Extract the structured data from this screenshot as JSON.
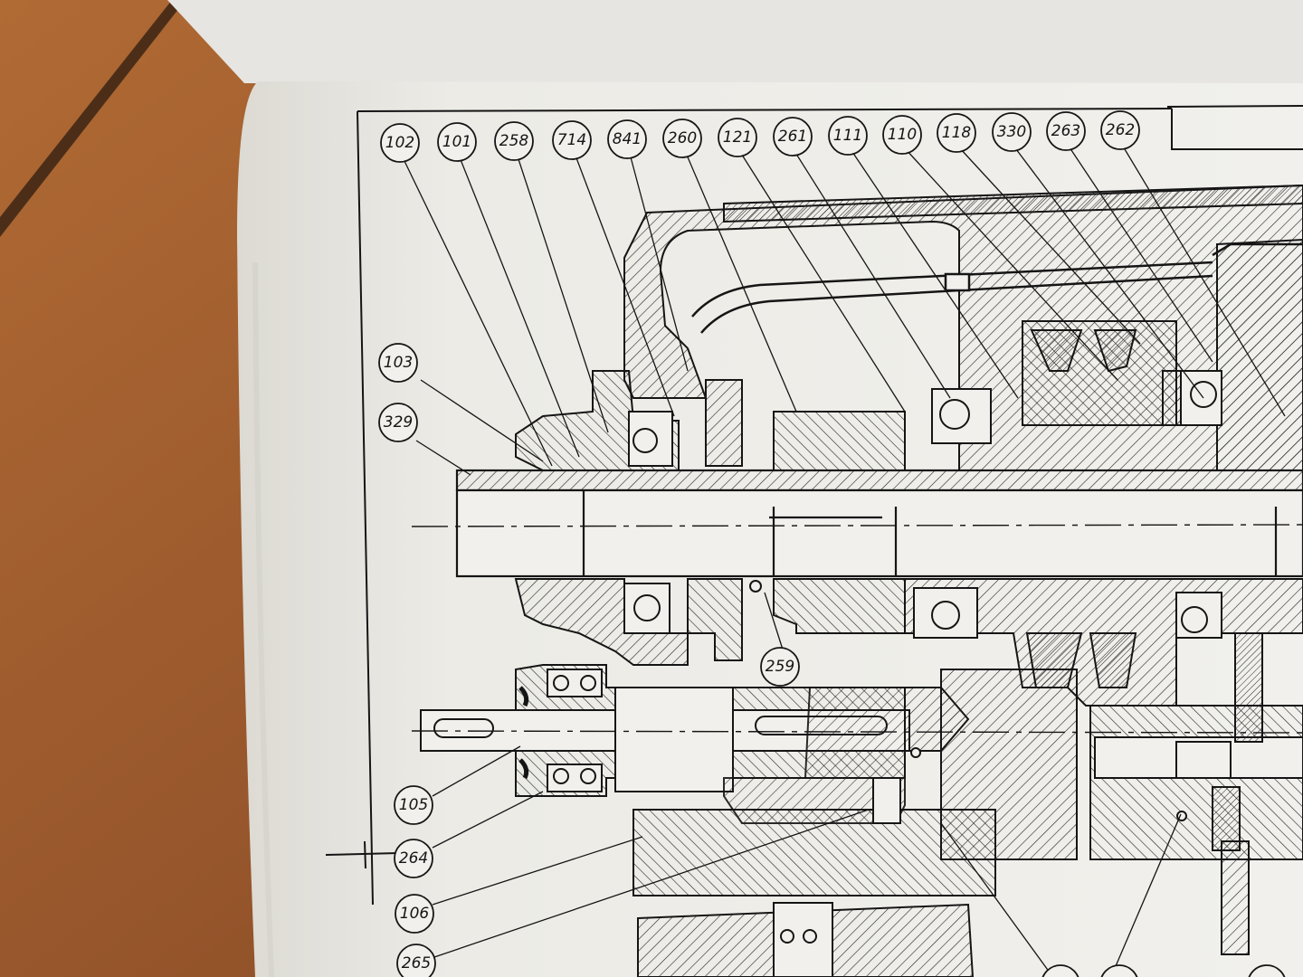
{
  "drawing": {
    "top_callouts": [
      "102",
      "101",
      "258",
      "714",
      "841",
      "260",
      "121",
      "261",
      "111",
      "110",
      "118",
      "330",
      "263",
      "262"
    ],
    "left_callouts": [
      "103",
      "329",
      "105",
      "264",
      "106",
      "265"
    ],
    "inner_callouts": [
      "259"
    ]
  },
  "colors": {
    "table": "#9a5a2e",
    "paper": "#efeeea",
    "ink": "#151515"
  }
}
